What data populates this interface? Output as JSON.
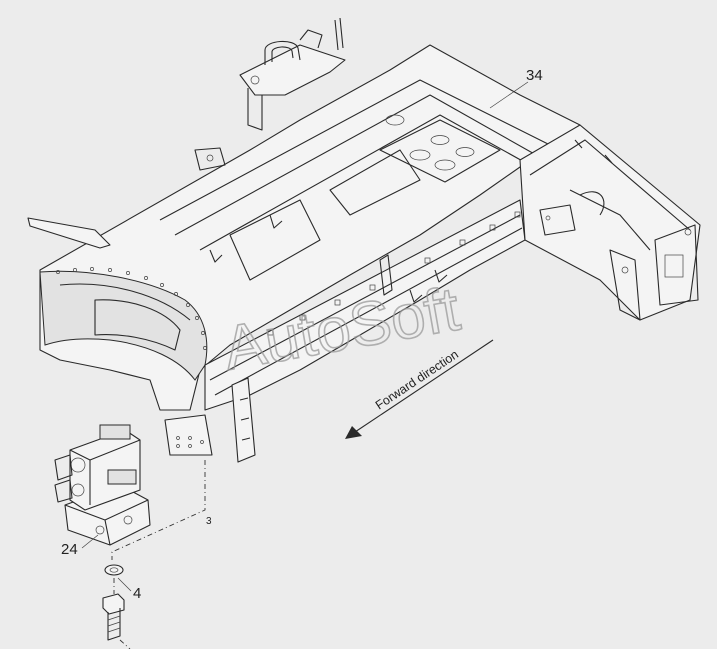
{
  "labels": {
    "frame": "34",
    "valve_block": "24",
    "washer": "4",
    "bolt_ref": "3"
  },
  "direction_text": "Forward direction",
  "watermark": "AutoSoft",
  "colors": {
    "background": "#ececec",
    "line": "#2a2a2a",
    "watermark": "#9a9a9a"
  }
}
